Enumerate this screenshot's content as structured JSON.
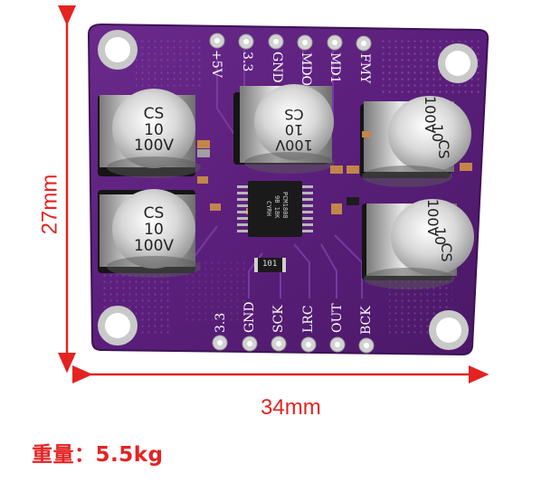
{
  "dimensions": {
    "width_label": "34mm",
    "height_label": "27mm"
  },
  "weight_label": "重量：5.5kg",
  "board": {
    "top_pins": [
      "+5V",
      "3.3",
      "GND",
      "MDO",
      "MD1",
      "FMY"
    ],
    "bottom_pins": [
      "3.3",
      "GND",
      "SCK",
      "LRC",
      "OUT",
      "BCK"
    ],
    "capacitors": [
      {
        "brand": "CS",
        "value": "10",
        "voltage": "100V"
      },
      {
        "brand": "CS",
        "value": "10",
        "voltage": "100V"
      },
      {
        "brand": "CS",
        "value": "10",
        "voltage": "100V"
      },
      {
        "brand": "CS",
        "value": "10",
        "voltage": "100V"
      },
      {
        "brand": "CS",
        "value": "10",
        "voltage": "100V"
      }
    ],
    "chip_marking": [
      "PCM1808",
      "9B 18K",
      "CYRH"
    ],
    "resistor_marking": "101",
    "board_color": "#5a1f7a",
    "dimension_color": "#e52222"
  }
}
